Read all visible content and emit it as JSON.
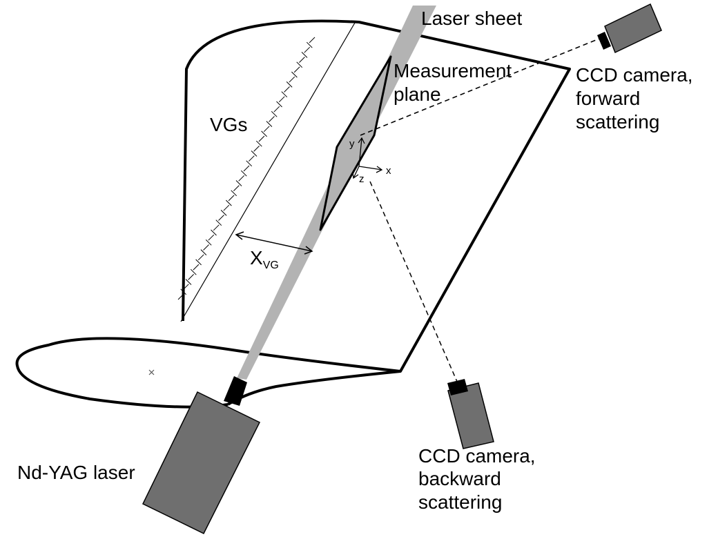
{
  "labels": {
    "laser_sheet": "Laser sheet",
    "measurement_plane_line1": "Measurement",
    "measurement_plane_line2": "plane",
    "ccd_forward_line1": "CCD camera,",
    "ccd_forward_line2": "forward",
    "ccd_forward_line3": "scattering",
    "ccd_backward_line1": "CCD camera,",
    "ccd_backward_line2": "backward",
    "ccd_backward_line3": "scattering",
    "vgs": "VGs",
    "xvg_main": "X",
    "xvg_sub": "VG",
    "laser": "Nd-YAG laser",
    "axis_x": "x",
    "axis_y": "y",
    "axis_z": "z"
  },
  "colors": {
    "outline": "#000000",
    "laser_sheet": "#b3b3b3",
    "measurement_plane": "#b3b3b3",
    "device_body": "#6f6f6f",
    "device_lens": "#000000"
  }
}
